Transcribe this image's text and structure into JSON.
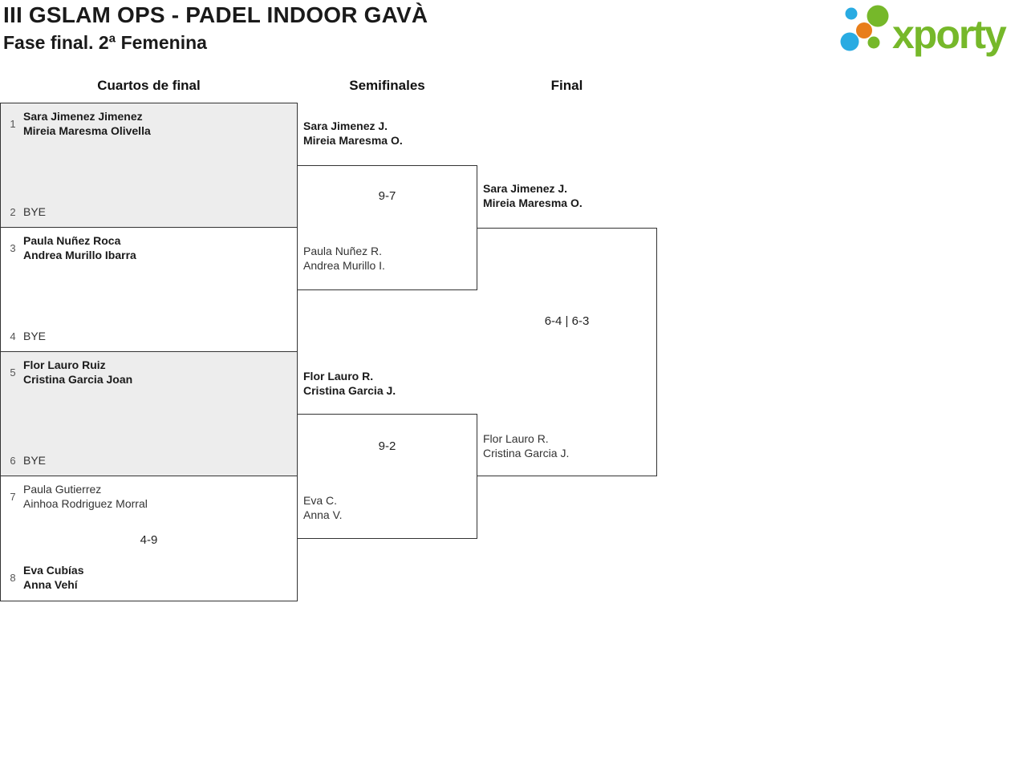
{
  "header": {
    "title": "III GSLAM OPS - PADEL INDOOR GAVÀ",
    "subtitle": "Fase final. 2ª Femenina"
  },
  "logo": {
    "brand": "xporty",
    "colors": {
      "green": "#76b82a",
      "blue": "#29abe2",
      "orange": "#e87e1a"
    }
  },
  "theme": {
    "box_border": "#333333",
    "box_grey_fill": "#ededed",
    "winner_text": "#1a1a1a",
    "loser_text": "#333333"
  },
  "bracket": {
    "rounds": [
      {
        "label": "Cuartos de final"
      },
      {
        "label": "Semifinales"
      },
      {
        "label": "Final"
      }
    ],
    "quarterfinals": [
      {
        "top": {
          "seed": "1",
          "players": [
            "Sara Jimenez Jimenez",
            "Mireia Maresma Olivella"
          ],
          "winner": true
        },
        "bottom": {
          "seed": "2",
          "players": [
            "BYE"
          ],
          "winner": false
        }
      },
      {
        "top": {
          "seed": "3",
          "players": [
            "Paula Nuñez Roca",
            "Andrea Murillo Ibarra"
          ],
          "winner": true
        },
        "bottom": {
          "seed": "4",
          "players": [
            "BYE"
          ],
          "winner": false
        }
      },
      {
        "top": {
          "seed": "5",
          "players": [
            "Flor Lauro Ruiz",
            "Cristina Garcia Joan"
          ],
          "winner": true
        },
        "bottom": {
          "seed": "6",
          "players": [
            "BYE"
          ],
          "winner": false
        }
      },
      {
        "top": {
          "seed": "7",
          "players": [
            "Paula Gutierrez",
            "Ainhoa Rodriguez Morral"
          ],
          "winner": false
        },
        "bottom": {
          "seed": "8",
          "players": [
            "Eva Cubías",
            "Anna Vehí"
          ],
          "winner": true
        },
        "score": "4-9"
      }
    ],
    "semifinals": [
      {
        "top": {
          "players": [
            "Sara Jimenez J.",
            "Mireia Maresma O."
          ],
          "winner": true
        },
        "bottom": {
          "players": [
            "Paula Nuñez R.",
            "Andrea Murillo I."
          ],
          "winner": false
        },
        "score": "9-7"
      },
      {
        "top": {
          "players": [
            "Flor Lauro R.",
            "Cristina Garcia J."
          ],
          "winner": true
        },
        "bottom": {
          "players": [
            "Eva C.",
            "Anna V."
          ],
          "winner": false
        },
        "score": "9-2"
      }
    ],
    "final": {
      "top": {
        "players": [
          "Sara Jimenez J.",
          "Mireia Maresma O."
        ],
        "winner": true
      },
      "bottom": {
        "players": [
          "Flor Lauro R.",
          "Cristina Garcia J."
        ],
        "winner": false
      },
      "score": "6-4 | 6-3"
    }
  }
}
